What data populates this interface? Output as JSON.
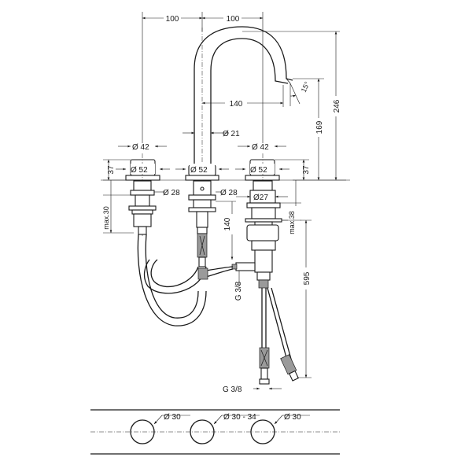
{
  "dimensions": {
    "top_left": "100",
    "top_right": "100",
    "spout_reach": "140",
    "spout_dia": "Ø 21",
    "spout_angle": "15°",
    "height_total": "246",
    "height_spout": "169",
    "handle_left_top_dia": "Ø 42",
    "handle_right_top_dia": "Ø 42",
    "handle_left_base_dia": "Ø 52",
    "spout_base_dia": "Ø 52",
    "handle_right_base_dia": "Ø 52",
    "height_left_37": "37",
    "height_right_37": "37",
    "shank_left_dia": "Ø 28",
    "shank_center_dia": "Ø 28",
    "shank_right_dia": "Ø27",
    "max_left": "max.30",
    "max_right": "max.38",
    "hose_140": "140",
    "thread_side": "G 3/8",
    "length_595": "595",
    "thread_bottom": "G 3/8",
    "hole_left": "Ø 30",
    "hole_center": "Ø 30 - 34",
    "hole_right": "Ø 30"
  }
}
